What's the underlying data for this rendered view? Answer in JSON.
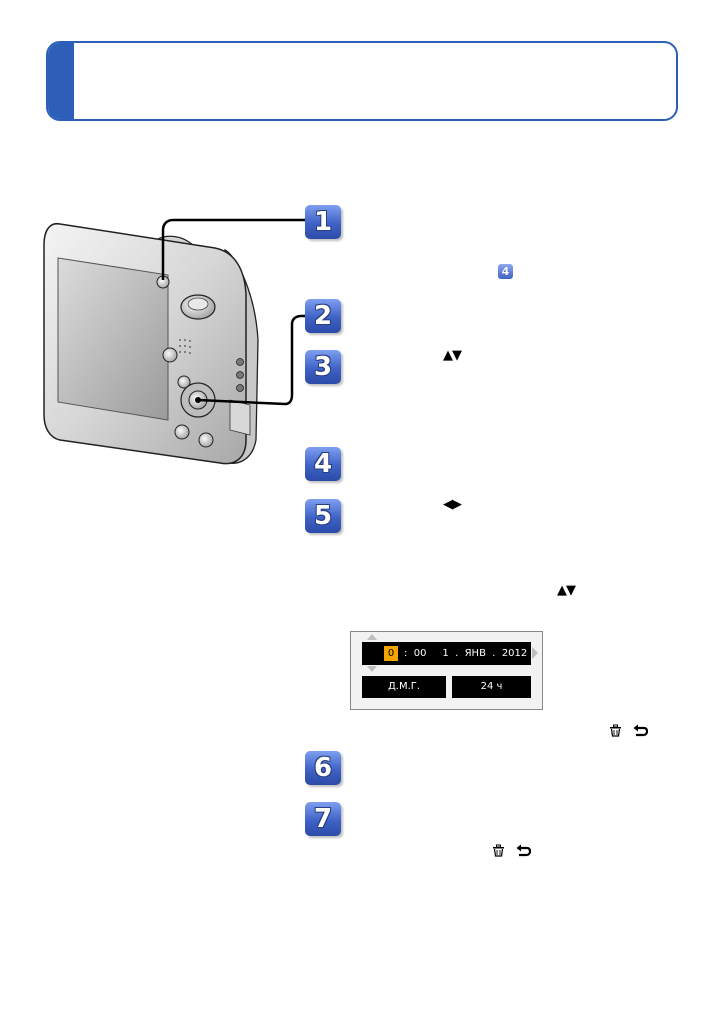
{
  "header": {
    "title": ""
  },
  "steps": [
    {
      "number": "1"
    },
    {
      "number": "2"
    },
    {
      "number": "3"
    },
    {
      "number": "4"
    },
    {
      "number": "5"
    },
    {
      "number": "6"
    },
    {
      "number": "7"
    }
  ],
  "step1": {
    "ref_badge": "4"
  },
  "symbols": {
    "up_down": "▲▼",
    "left_right": "◀▶"
  },
  "lcd": {
    "hour": "0",
    "time_date": ":  00     1  .  ЯНВ  .  2012",
    "date_format_button": "Д.М.Г.",
    "hour_format_button": "24 ч"
  },
  "icons": [
    "camera-illustration",
    "trash-icon",
    "return-arrow-icon"
  ],
  "colors": {
    "accent": "#2d5fb8",
    "badge": "#3e62c6",
    "highlight": "#f5a500"
  }
}
